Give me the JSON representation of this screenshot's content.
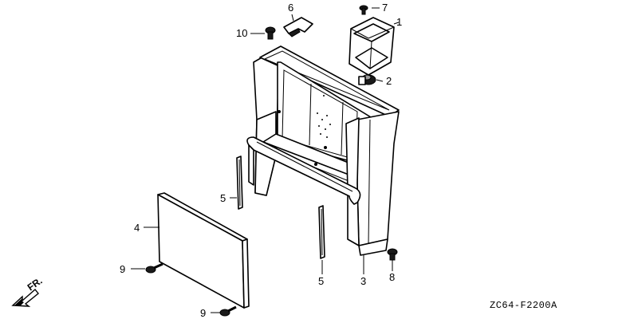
{
  "diagram_code": "ZC64-F2200A",
  "front_label": "FR.",
  "callouts": [
    {
      "id": "c1",
      "label": "1"
    },
    {
      "id": "c2",
      "label": "2"
    },
    {
      "id": "c3",
      "label": "3"
    },
    {
      "id": "c4",
      "label": "4"
    },
    {
      "id": "c5a",
      "label": "5"
    },
    {
      "id": "c5b",
      "label": "5"
    },
    {
      "id": "c6",
      "label": "6"
    },
    {
      "id": "c7",
      "label": "7"
    },
    {
      "id": "c8",
      "label": "8"
    },
    {
      "id": "c9a",
      "label": "9"
    },
    {
      "id": "c9b",
      "label": "9"
    },
    {
      "id": "c10",
      "label": "10"
    }
  ]
}
